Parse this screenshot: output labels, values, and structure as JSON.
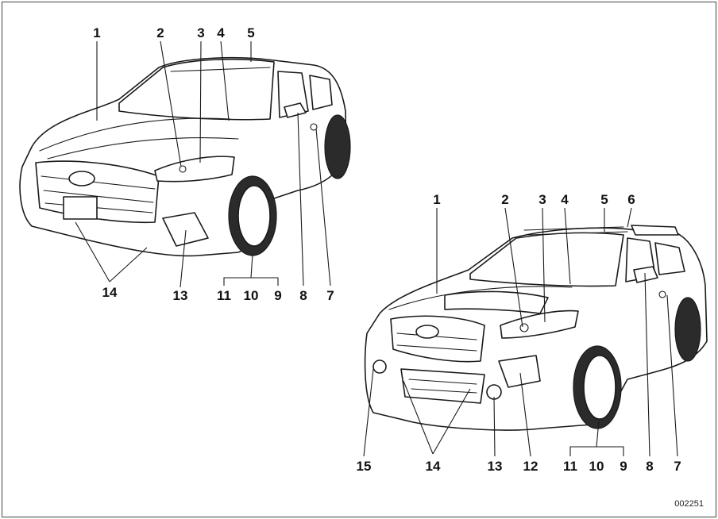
{
  "sedan_callouts": {
    "c1": "1",
    "c2": "2",
    "c3": "3",
    "c4": "4",
    "c5": "5",
    "c14": "14",
    "c13": "13",
    "c11": "11",
    "c10": "10",
    "c9": "9",
    "c8": "8",
    "c7": "7"
  },
  "suv_callouts": {
    "c1": "1",
    "c2": "2",
    "c3": "3",
    "c4": "4",
    "c5": "5",
    "c6": "6",
    "c15": "15",
    "c14": "14",
    "c13": "13",
    "c12": "12",
    "c11": "11",
    "c10": "10",
    "c9": "9",
    "c8": "8",
    "c7": "7"
  },
  "figure_code": "002251"
}
